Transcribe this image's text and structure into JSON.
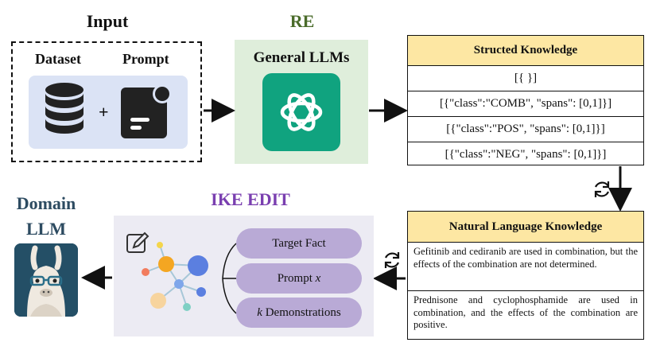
{
  "input": {
    "title": "Input",
    "dataset_label": "Dataset",
    "prompt_label": "Prompt",
    "plus": "+"
  },
  "re": {
    "title": "RE",
    "model_label": "General LLMs",
    "title_color": "#4a6b2a"
  },
  "structured": {
    "title": "Structed Knowledge",
    "rows": [
      "[{  }]",
      "[{\"class\":\"COMB\",  \"spans\": [0,1]}]",
      "[{\"class\":\"POS\",  \"spans\": [0,1]}]",
      "[{\"class\":\"NEG\",  \"spans\": [0,1]}]"
    ]
  },
  "natural": {
    "title": "Natural Language Knowledge",
    "paragraphs": [
      "Gefitinib and cediranib are used in combination, but the effects of the combination are not determined.",
      "Prednisone and cyclophosphamide are used in combination, and the effects of the combination are positive."
    ]
  },
  "ike": {
    "title": "IKE EDIT",
    "title_color": "#7a3fb0",
    "pills": {
      "target": "Target Fact",
      "prompt": "Prompt",
      "prompt_var": "x",
      "demo_var": "k",
      "demo": "Demonstrations"
    }
  },
  "domain": {
    "line1": "Domain",
    "line2": "LLM"
  },
  "icons": [
    "database-icon",
    "prompt-doc-icon",
    "openai-logo-icon",
    "refresh-icon",
    "edit-icon",
    "knowledge-graph-icon",
    "llama-avatar-icon"
  ]
}
